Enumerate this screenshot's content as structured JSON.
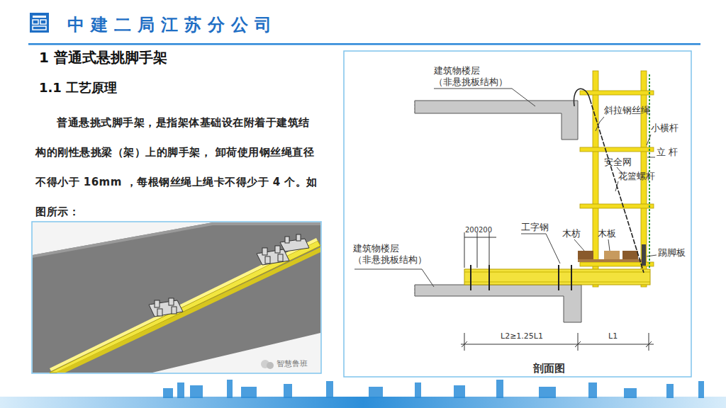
{
  "diagram": {
    "title": "1 普通式悬挑脚手架",
    "caption": "剖面图",
    "labels": [
      "中建二局江苏分公司",
      "1.1 工艺原理",
      "普通悬挑式脚手架，是指架体基础设在附着于建筑结构的刚性悬挑梁（架）上的脚手架， 卸荷使用钢丝绳直径不得小于 16mm ，每根钢丝绳上绳卡不得少于 4 个。如图所示：",
      "建筑物楼层 （非悬挑板结构）",
      "斜拉钢丝绳",
      "小横杆",
      "立 杆",
      "安全网",
      "花篮螺杆",
      "200",
      "200",
      "工字钢",
      "木枋",
      "木板",
      "踢脚板",
      "建筑物楼层 （非悬挑板结构）",
      "L2≥1.25L1",
      "L1",
      "智慧鲁班"
    ]
  }
}
